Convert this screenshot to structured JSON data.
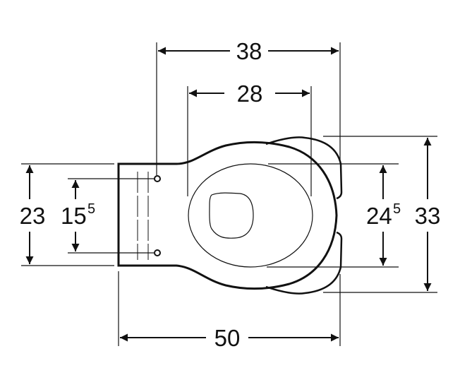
{
  "dimensions": {
    "overall_width_top": "38",
    "bowl_inner_width": "28",
    "overall_length": "50",
    "back_plate_height": "23",
    "fixing_holes_spacing": "15",
    "fixing_holes_spacing_sup": "5",
    "bowl_inner_height": "24",
    "bowl_inner_height_sup": "5",
    "overall_height": "33"
  },
  "colors": {
    "line": "#111111",
    "background": "#ffffff"
  }
}
